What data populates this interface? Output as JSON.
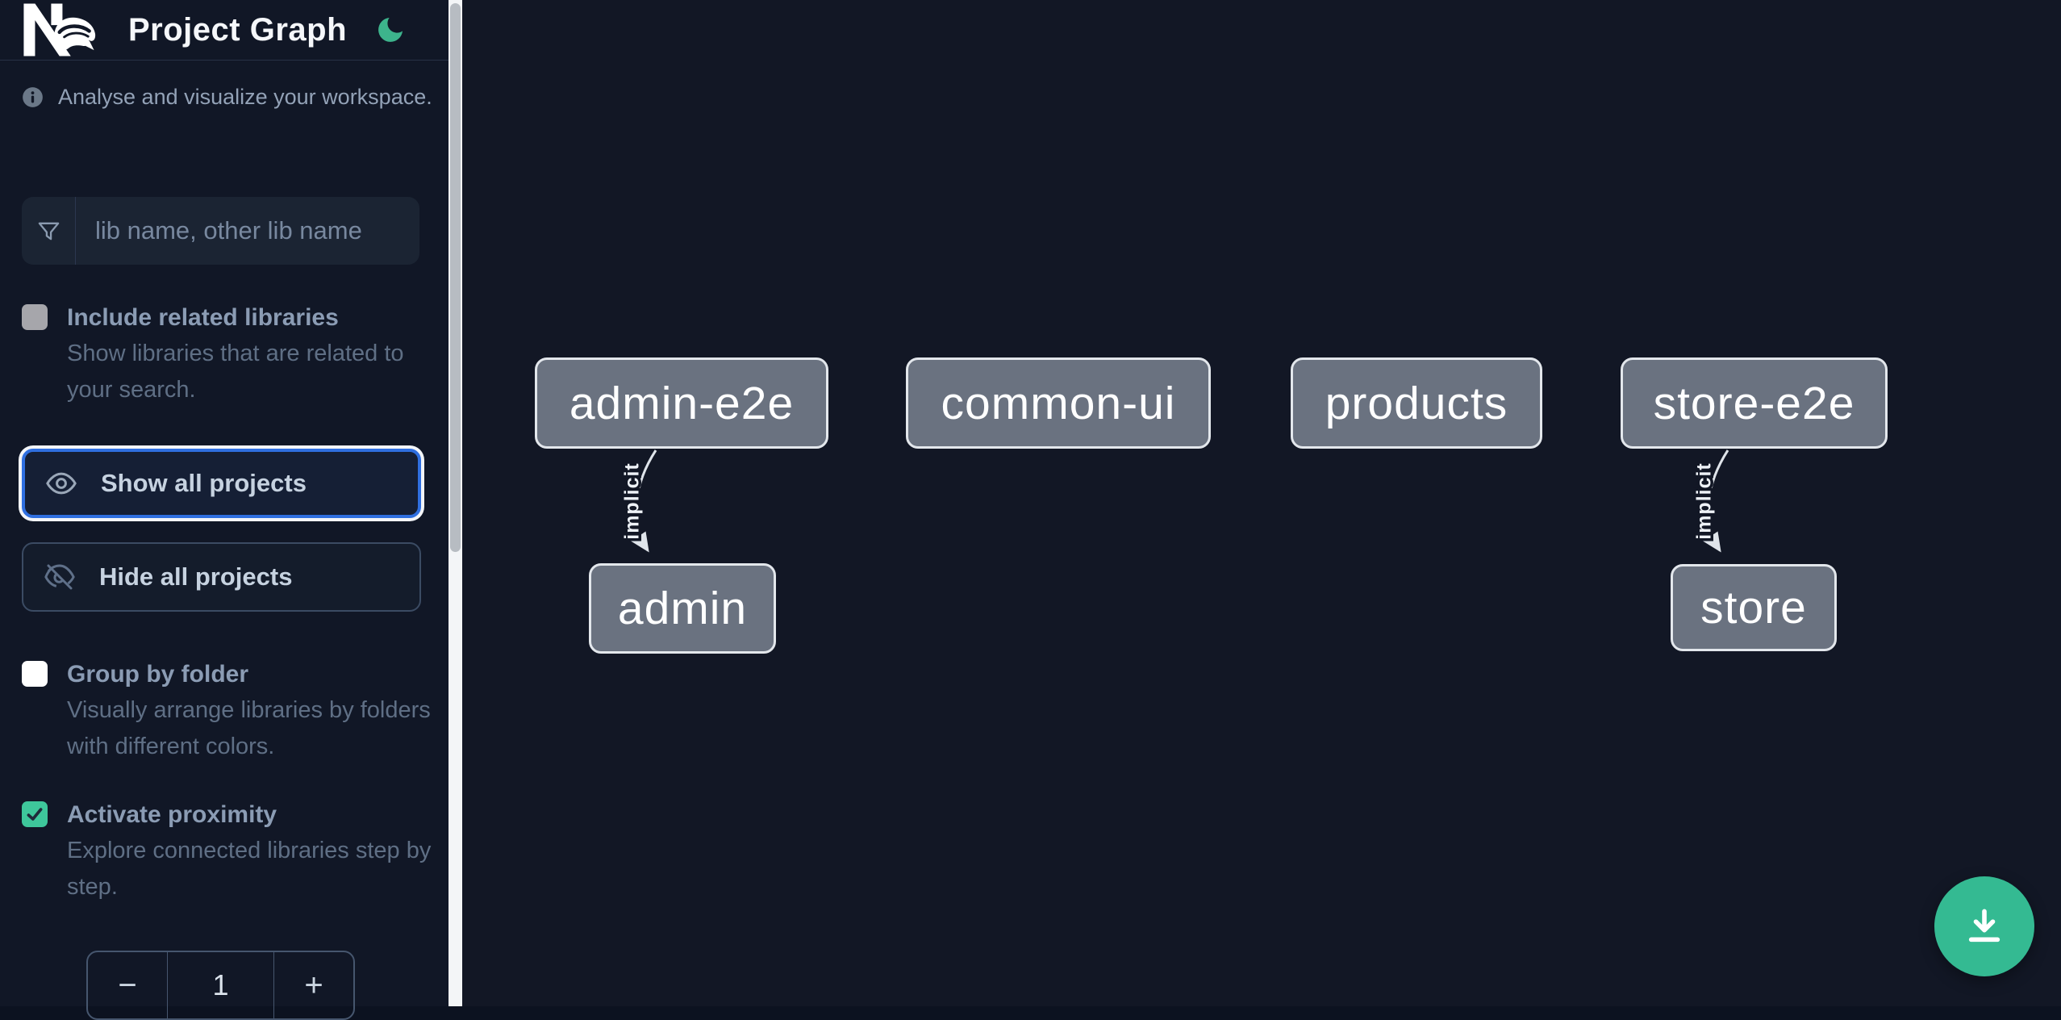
{
  "header": {
    "title": "Project Graph",
    "logo": "nx-logo",
    "theme_icon": "moon-icon"
  },
  "sidebar": {
    "info_text": "Analyse and visualize your workspace.",
    "search": {
      "placeholder": "lib name, other lib name",
      "value": "",
      "icon": "funnel-icon"
    },
    "checkboxes": [
      {
        "label": "Include related libraries",
        "description": "Show libraries that are related to your search.",
        "checked": false
      },
      {
        "label": "Group by folder",
        "description": "Visually arrange libraries by folders with different colors.",
        "checked": false
      },
      {
        "label": "Activate proximity",
        "description": "Explore connected libraries step by step.",
        "checked": true
      }
    ],
    "buttons": [
      {
        "label": "Show all projects",
        "icon": "eye-icon",
        "focused": true
      },
      {
        "label": "Hide all projects",
        "icon": "eye-off-icon",
        "focused": false
      }
    ],
    "stepper": {
      "decrement_label": "−",
      "value": "1",
      "increment_label": "+"
    }
  },
  "graph": {
    "nodes": [
      {
        "label": "admin-e2e"
      },
      {
        "label": "common-ui"
      },
      {
        "label": "products"
      },
      {
        "label": "store-e2e"
      },
      {
        "label": "admin"
      },
      {
        "label": "store"
      }
    ],
    "edges": [
      {
        "from": "admin-e2e",
        "to": "admin",
        "label": "implicit",
        "style": "curved-arrow"
      },
      {
        "from": "store-e2e",
        "to": "store",
        "label": "implicit",
        "style": "curved-arrow"
      }
    ]
  },
  "fab": {
    "icon": "download-icon"
  },
  "colors": {
    "accent_green": "#34ba92",
    "checkbox_green": "#3ec79b",
    "focus_blue": "#2f6fe0",
    "node_fill": "#6a7280",
    "node_border": "#e3e7ec",
    "edge": "#dfe4ea",
    "sidebar_bg": "#111726",
    "canvas_bg": "#121725"
  }
}
